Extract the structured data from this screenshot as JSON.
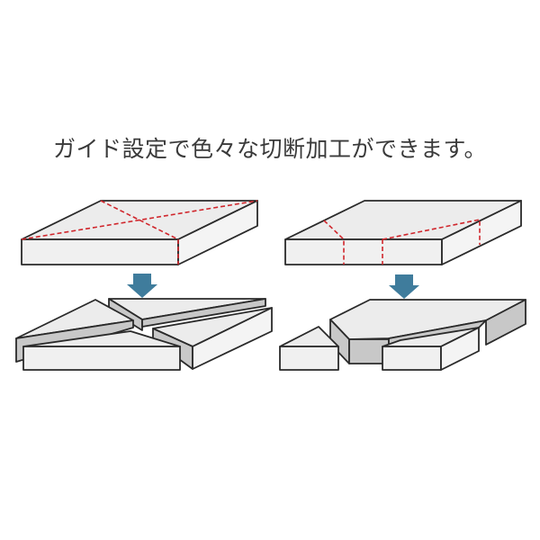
{
  "title": "ガイド設定で色々な切断加工ができます。",
  "colors": {
    "outline": "#2a2a2a",
    "top_face": "#ececec",
    "side_face": "#f2f2f2",
    "shadow_face": "#c8c8c8",
    "cut_line": "#d0262c",
    "arrow": "#3f7c9c"
  },
  "panels": [
    {
      "name": "diagonal-cut",
      "before": "slab with two diagonal dashed cut guides",
      "after": "four triangular pieces separated"
    },
    {
      "name": "custom-cut",
      "before": "slab with angled and straight dashed cut guides",
      "after": "three pieces: small triangle, large polygon, trapezoid"
    }
  ]
}
